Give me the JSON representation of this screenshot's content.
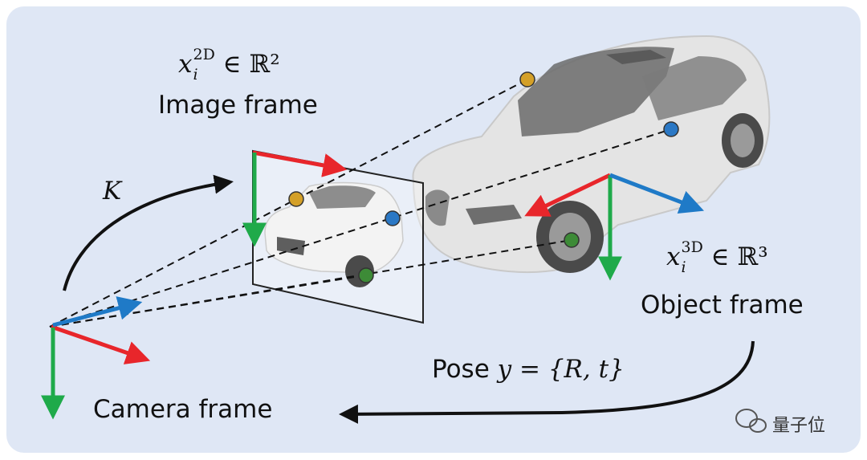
{
  "labels": {
    "image_frame": "Image frame",
    "object_frame": "Object frame",
    "camera_frame": "Camera frame",
    "pose_prefix": "Pose ",
    "pose_formula": "y = {R, t}",
    "k_label": "K",
    "image_coord_base": "x",
    "image_coord_sub": "i",
    "image_coord_sup": "2D",
    "image_coord_rest": " ∈ ℝ²",
    "object_coord_base": "x",
    "object_coord_sub": "i",
    "object_coord_sup": "3D",
    "object_coord_rest": " ∈ ℝ³"
  },
  "watermark": "量子位",
  "colors": {
    "panel": "#dfe7f5",
    "x_axis": "#e8262b",
    "y_axis": "#1faa4a",
    "z_axis": "#1f7ac7",
    "point_orange": "#d4a028",
    "point_blue": "#2b78c5",
    "point_green": "#3d8b37",
    "car_body": "#e4e4e4"
  }
}
